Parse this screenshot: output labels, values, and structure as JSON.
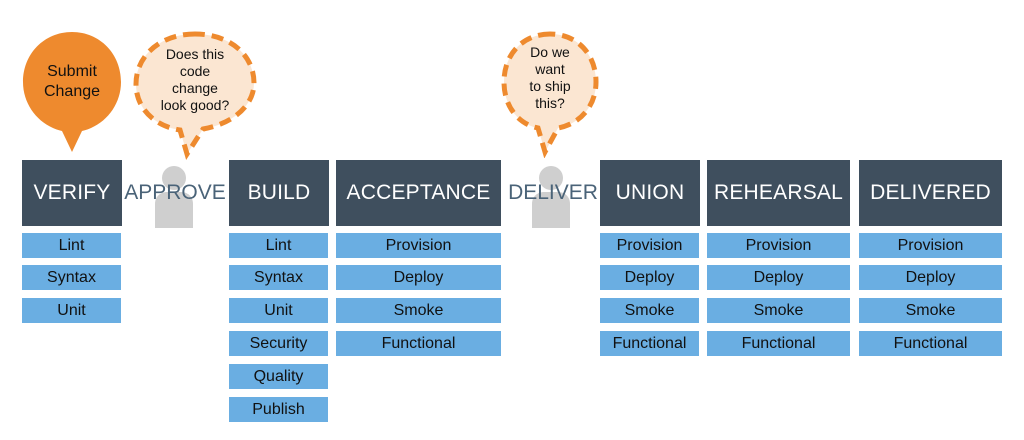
{
  "submit_bubble": {
    "line1": "Submit",
    "line2": "Change"
  },
  "approve_bubble": {
    "line1": "Does this",
    "line2": "code",
    "line3": "change",
    "line4": "look good?"
  },
  "deliver_bubble": {
    "line1": "Do we",
    "line2": "want",
    "line3": "to ship",
    "line4": "this?"
  },
  "gates": {
    "approve": "APPROVE",
    "deliver": "DELIVER"
  },
  "stages": {
    "verify": {
      "title": "VERIFY",
      "steps": [
        "Lint",
        "Syntax",
        "Unit"
      ]
    },
    "build": {
      "title": "BUILD",
      "steps": [
        "Lint",
        "Syntax",
        "Unit",
        "Security",
        "Quality",
        "Publish"
      ]
    },
    "acceptance": {
      "title": "ACCEPTANCE",
      "steps": [
        "Provision",
        "Deploy",
        "Smoke",
        "Functional"
      ]
    },
    "union": {
      "title": "UNION",
      "steps": [
        "Provision",
        "Deploy",
        "Smoke",
        "Functional"
      ]
    },
    "rehearsal": {
      "title": "REHEARSAL",
      "steps": [
        "Provision",
        "Deploy",
        "Smoke",
        "Functional"
      ]
    },
    "delivered": {
      "title": "DELIVERED",
      "steps": [
        "Provision",
        "Deploy",
        "Smoke",
        "Functional"
      ]
    }
  },
  "colors": {
    "stage_header": "#3f4f5e",
    "step_box": "#6aaee2",
    "accent_orange": "#ee8a2e",
    "bubble_fill": "#fbe6d2",
    "gate_text": "#4a6378",
    "person_icon": "#cfcfcf"
  },
  "icons": [
    "speech-bubble-icon",
    "thought-bubble-icon",
    "person-icon"
  ]
}
